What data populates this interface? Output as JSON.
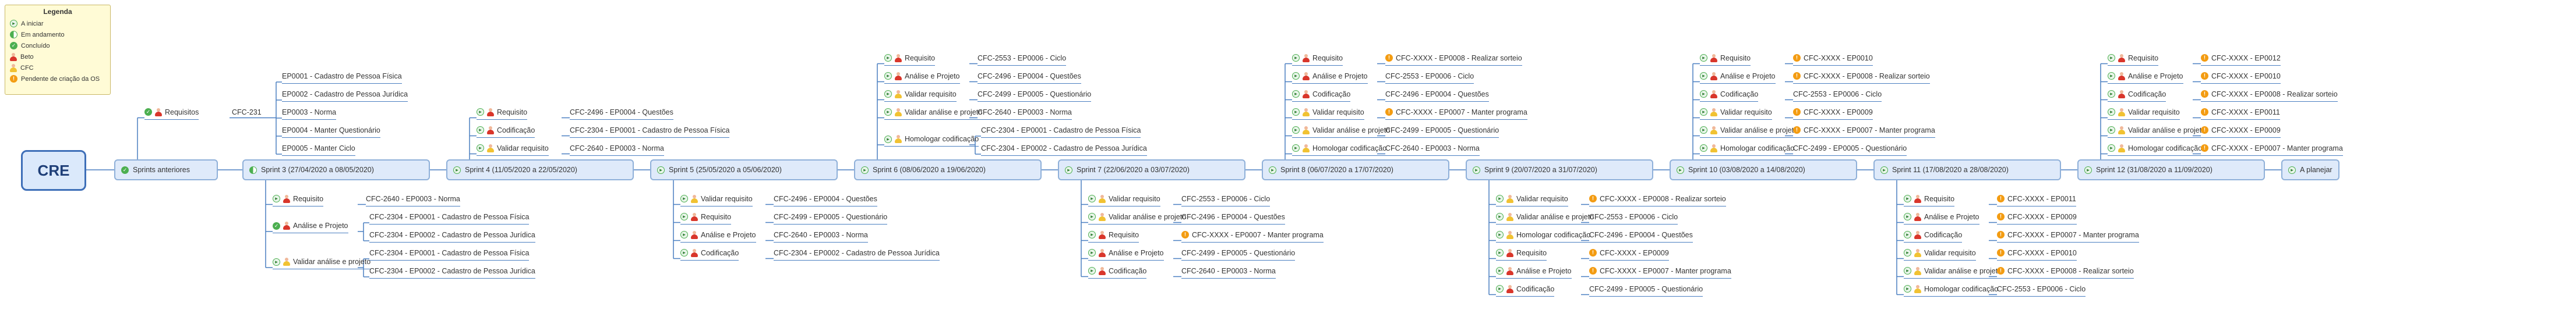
{
  "legend": {
    "title": "Legenda",
    "items": [
      {
        "icon": "start-circle-icon",
        "label": "A iniciar"
      },
      {
        "icon": "progress-circle-icon",
        "label": "Em andamento"
      },
      {
        "icon": "done-check-icon",
        "label": "Concluído"
      },
      {
        "icon": "person-red-icon",
        "label": "Beto"
      },
      {
        "icon": "person-yellow-icon",
        "label": "CFC"
      },
      {
        "icon": "pending-clock-icon",
        "label": "Pendente de criação da OS"
      }
    ]
  },
  "root": {
    "label": "CRE"
  },
  "sprints": [
    {
      "label": "Sprints anteriores",
      "status": "done",
      "above": [
        {
          "name": "Requisitos",
          "status": "done",
          "person": "red",
          "children": [
            {
              "code": "CFC-231",
              "items": [
                "EP0001 - Cadastro de Pessoa Física",
                "EP0002 - Cadastro de Pessoa Jurídica",
                "EP0003 - Norma",
                "EP0004 - Manter Questionário",
                "EP0005 - Manter Ciclo"
              ]
            }
          ]
        }
      ],
      "below": []
    },
    {
      "label": "Sprint 3 (27/04/2020 a 08/05/2020)",
      "status": "progress",
      "above": [],
      "below": [
        {
          "name": "Requisito",
          "status": "start",
          "person": "red",
          "children": [
            {
              "code": "CFC-2640 - EP0003 - Norma",
              "items": []
            }
          ]
        },
        {
          "name": "Análise e Projeto",
          "status": "done",
          "person": "red",
          "children": [
            {
              "code": "",
              "items": [
                "CFC-2304 - EP0001 - Cadastro de Pessoa Física",
                "CFC-2304 - EP0002 - Cadastro de Pessoa Jurídica"
              ]
            }
          ]
        },
        {
          "name": "Validar análise e projeto",
          "status": "start",
          "person": "yellow",
          "children": [
            {
              "code": "",
              "items": [
                "CFC-2304 - EP0001 - Cadastro de Pessoa Física",
                "CFC-2304 - EP0002 - Cadastro de Pessoa Jurídica"
              ]
            }
          ]
        }
      ]
    },
    {
      "label": "Sprint 4 (11/05/2020 a 22/05/2020)",
      "status": "start",
      "above": [
        {
          "name": "Requisito",
          "status": "start",
          "person": "red",
          "children": [
            {
              "code": "CFC-2496 - EP0004 - Questões",
              "items": []
            }
          ]
        },
        {
          "name": "Codificação",
          "status": "start",
          "person": "red",
          "children": [
            {
              "code": "CFC-2304 - EP0001 - Cadastro de Pessoa Física",
              "items": []
            }
          ]
        },
        {
          "name": "Validar requisito",
          "status": "start",
          "person": "yellow",
          "children": [
            {
              "code": "CFC-2640 - EP0003 - Norma",
              "items": []
            }
          ]
        }
      ],
      "below": []
    },
    {
      "label": "Sprint 5 (25/05/2020 a 05/06/2020)",
      "status": "start",
      "above": [],
      "below": [
        {
          "name": "Validar requisito",
          "status": "start",
          "person": "yellow",
          "children": [
            {
              "code": "CFC-2496 - EP0004 - Questões",
              "items": []
            }
          ]
        },
        {
          "name": "Requisito",
          "status": "start",
          "person": "red",
          "children": [
            {
              "code": "CFC-2499 - EP0005 - Questionário",
              "items": []
            }
          ]
        },
        {
          "name": "Análise e Projeto",
          "status": "start",
          "person": "red",
          "children": [
            {
              "code": "CFC-2640 - EP0003 - Norma",
              "items": []
            }
          ]
        },
        {
          "name": "Codificação",
          "status": "start",
          "person": "red",
          "children": [
            {
              "code": "CFC-2304 - EP0002 - Cadastro de Pessoa Jurídica",
              "items": []
            }
          ]
        }
      ]
    },
    {
      "label": "Sprint 6 (08/06/2020 a 19/06/2020)",
      "status": "start",
      "above": [
        {
          "name": "Requisito",
          "status": "start",
          "person": "red",
          "children": [
            {
              "code": "CFC-2553 - EP0006 - Ciclo",
              "items": []
            }
          ]
        },
        {
          "name": "Análise e Projeto",
          "status": "start",
          "person": "red",
          "children": [
            {
              "code": "CFC-2496 - EP0004 - Questões",
              "items": []
            }
          ]
        },
        {
          "name": "Validar requisito",
          "status": "start",
          "person": "yellow",
          "children": [
            {
              "code": "CFC-2499 - EP0005 - Questionário",
              "items": []
            }
          ]
        },
        {
          "name": "Validar análise e projeto",
          "status": "start",
          "person": "yellow",
          "children": [
            {
              "code": "CFC-2640 - EP0003 - Norma",
              "items": []
            }
          ]
        },
        {
          "name": "Homologar codificação",
          "status": "start",
          "person": "yellow",
          "children": [
            {
              "code": "",
              "items": [
                "CFC-2304 - EP0001 - Cadastro de Pessoa Física",
                "CFC-2304 - EP0002 - Cadastro de Pessoa Jurídica"
              ]
            }
          ]
        }
      ],
      "below": []
    },
    {
      "label": "Sprint 7 (22/06/2020 a 03/07/2020)",
      "status": "start",
      "above": [],
      "below": [
        {
          "name": "Validar requisito",
          "status": "start",
          "person": "yellow",
          "children": [
            {
              "code": "CFC-2553 - EP0006 - Ciclo",
              "items": []
            }
          ]
        },
        {
          "name": "Validar análise e projeto",
          "status": "start",
          "person": "yellow",
          "children": [
            {
              "code": "CFC-2496 - EP0004 - Questões",
              "items": []
            }
          ]
        },
        {
          "name": "Requisito",
          "status": "start",
          "person": "red",
          "children": [
            {
              "code": "CFC-XXXX - EP0007 - Manter programa",
              "items": [],
              "pending": true
            }
          ]
        },
        {
          "name": "Análise e Projeto",
          "status": "start",
          "person": "red",
          "children": [
            {
              "code": "CFC-2499 - EP0005 - Questionário",
              "items": []
            }
          ]
        },
        {
          "name": "Codificação",
          "status": "start",
          "person": "red",
          "children": [
            {
              "code": "CFC-2640 - EP0003 - Norma",
              "items": []
            }
          ]
        }
      ]
    },
    {
      "label": "Sprint 8 (06/07/2020 a 17/07/2020)",
      "status": "start",
      "above": [
        {
          "name": "Requisito",
          "status": "start",
          "person": "red",
          "children": [
            {
              "code": "CFC-XXXX - EP0008 - Realizar sorteio",
              "items": [],
              "pending": true
            }
          ]
        },
        {
          "name": "Análise e Projeto",
          "status": "start",
          "person": "red",
          "children": [
            {
              "code": "CFC-2553 - EP0006 - Ciclo",
              "items": []
            }
          ]
        },
        {
          "name": "Codificação",
          "status": "start",
          "person": "red",
          "children": [
            {
              "code": "CFC-2496 - EP0004 - Questões",
              "items": []
            }
          ]
        },
        {
          "name": "Validar requisito",
          "status": "start",
          "person": "yellow",
          "children": [
            {
              "code": "CFC-XXXX - EP0007 - Manter programa",
              "items": [],
              "pending": true
            }
          ]
        },
        {
          "name": "Validar análise e projeto",
          "status": "start",
          "person": "yellow",
          "children": [
            {
              "code": "CFC-2499 - EP0005 - Questionário",
              "items": []
            }
          ]
        },
        {
          "name": "Homologar codificação",
          "status": "start",
          "person": "yellow",
          "children": [
            {
              "code": "CFC-2640 - EP0003 - Norma",
              "items": []
            }
          ]
        }
      ],
      "below": []
    },
    {
      "label": "Sprint 9 (20/07/2020 a 31/07/2020)",
      "status": "start",
      "above": [],
      "below": [
        {
          "name": "Validar requisito",
          "status": "start",
          "person": "yellow",
          "children": [
            {
              "code": "CFC-XXXX - EP0008 - Realizar sorteio",
              "items": [],
              "pending": true
            }
          ]
        },
        {
          "name": "Validar análise e projeto",
          "status": "start",
          "person": "yellow",
          "children": [
            {
              "code": "CFC-2553 - EP0006 - Ciclo",
              "items": []
            }
          ]
        },
        {
          "name": "Homologar codificação",
          "status": "start",
          "person": "yellow",
          "children": [
            {
              "code": "CFC-2496 - EP0004 - Questões",
              "items": []
            }
          ]
        },
        {
          "name": "Requisito",
          "status": "start",
          "person": "red",
          "children": [
            {
              "code": "CFC-XXXX - EP0009",
              "items": [],
              "pending": true
            }
          ]
        },
        {
          "name": "Análise e Projeto",
          "status": "start",
          "person": "red",
          "children": [
            {
              "code": "CFC-XXXX - EP0007 - Manter programa",
              "items": [],
              "pending": true
            }
          ]
        },
        {
          "name": "Codificação",
          "status": "start",
          "person": "red",
          "children": [
            {
              "code": "CFC-2499 - EP0005 - Questionário",
              "items": []
            }
          ]
        }
      ]
    },
    {
      "label": "Sprint 10 (03/08/2020 a 14/08/2020)",
      "status": "start",
      "above": [
        {
          "name": "Requisito",
          "status": "start",
          "person": "red",
          "children": [
            {
              "code": "CFC-XXXX - EP0010",
              "items": [],
              "pending": true
            }
          ]
        },
        {
          "name": "Análise e Projeto",
          "status": "start",
          "person": "red",
          "children": [
            {
              "code": "CFC-XXXX - EP0008 - Realizar sorteio",
              "items": [],
              "pending": true
            }
          ]
        },
        {
          "name": "Codificação",
          "status": "start",
          "person": "red",
          "children": [
            {
              "code": "CFC-2553 - EP0006 - Ciclo",
              "items": []
            }
          ]
        },
        {
          "name": "Validar requisito",
          "status": "start",
          "person": "yellow",
          "children": [
            {
              "code": "CFC-XXXX - EP0009",
              "items": [],
              "pending": true
            }
          ]
        },
        {
          "name": "Validar análise e projeto",
          "status": "start",
          "person": "yellow",
          "children": [
            {
              "code": "CFC-XXXX - EP0007 - Manter programa",
              "items": [],
              "pending": true
            }
          ]
        },
        {
          "name": "Homologar codificação",
          "status": "start",
          "person": "yellow",
          "children": [
            {
              "code": "CFC-2499 - EP0005 - Questionário",
              "items": []
            }
          ]
        }
      ],
      "below": []
    },
    {
      "label": "Sprint 11 (17/08/2020 a 28/08/2020)",
      "status": "start",
      "above": [],
      "below": [
        {
          "name": "Requisito",
          "status": "start",
          "person": "red",
          "children": [
            {
              "code": "CFC-XXXX - EP0011",
              "items": [],
              "pending": true
            }
          ]
        },
        {
          "name": "Análise e Projeto",
          "status": "start",
          "person": "red",
          "children": [
            {
              "code": "CFC-XXXX - EP0009",
              "items": [],
              "pending": true
            }
          ]
        },
        {
          "name": "Codificação",
          "status": "start",
          "person": "red",
          "children": [
            {
              "code": "CFC-XXXX - EP0007 - Manter programa",
              "items": [],
              "pending": true
            }
          ]
        },
        {
          "name": "Validar requisito",
          "status": "start",
          "person": "yellow",
          "children": [
            {
              "code": "CFC-XXXX - EP0010",
              "items": [],
              "pending": true
            }
          ]
        },
        {
          "name": "Validar análise e projeto",
          "status": "start",
          "person": "yellow",
          "children": [
            {
              "code": "CFC-XXXX - EP0008 - Realizar sorteio",
              "items": [],
              "pending": true
            }
          ]
        },
        {
          "name": "Homologar codificação",
          "status": "start",
          "person": "yellow",
          "children": [
            {
              "code": "CFC-2553 - EP0006 - Ciclo",
              "items": []
            }
          ]
        }
      ]
    },
    {
      "label": "Sprint 12 (31/08/2020 a 11/09/2020)",
      "status": "start",
      "above": [
        {
          "name": "Requisito",
          "status": "start",
          "person": "red",
          "children": [
            {
              "code": "CFC-XXXX - EP0012",
              "items": [],
              "pending": true
            }
          ]
        },
        {
          "name": "Análise e Projeto",
          "status": "start",
          "person": "red",
          "children": [
            {
              "code": "CFC-XXXX - EP0010",
              "items": [],
              "pending": true
            }
          ]
        },
        {
          "name": "Codificação",
          "status": "start",
          "person": "red",
          "children": [
            {
              "code": "CFC-XXXX - EP0008 - Realizar sorteio",
              "items": [],
              "pending": true
            }
          ]
        },
        {
          "name": "Validar requisito",
          "status": "start",
          "person": "yellow",
          "children": [
            {
              "code": "CFC-XXXX - EP0011",
              "items": [],
              "pending": true
            }
          ]
        },
        {
          "name": "Validar análise e projeto",
          "status": "start",
          "person": "yellow",
          "children": [
            {
              "code": "CFC-XXXX - EP0009",
              "items": [],
              "pending": true
            }
          ]
        },
        {
          "name": "Homologar codificação",
          "status": "start",
          "person": "yellow",
          "children": [
            {
              "code": "CFC-XXXX - EP0007 - Manter programa",
              "items": [],
              "pending": true
            }
          ]
        }
      ],
      "below": []
    },
    {
      "label": "A planejar",
      "status": "start",
      "above": [],
      "below": []
    }
  ],
  "colors": {
    "line": "#4a7fc1",
    "sprint_bg": "#dfeafa",
    "root_border": "#3e6fb8",
    "done": "#4caf50",
    "pending": "#f39c12",
    "beto": "#d9362b",
    "cfc": "#f1c232"
  }
}
